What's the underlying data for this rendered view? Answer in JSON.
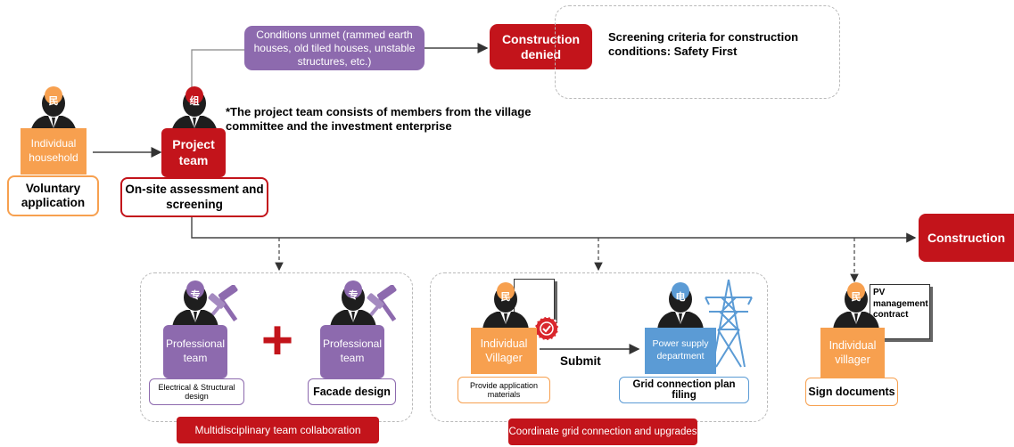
{
  "conditions_unmet": "Conditions unmet (rammed earth houses, old tiled houses, unstable structures, etc.)",
  "construction_denied": "Construction denied",
  "screening_criteria": "Screening criteria for construction conditions: Safety First",
  "household": {
    "badge": "民",
    "role": "Individual household",
    "caption": "Voluntary application"
  },
  "project_team": {
    "badge": "组",
    "role": "Project team",
    "caption": "On-site assessment and screening",
    "note": "*The project team consists of members from the village committee and the investment enterprise"
  },
  "construction": "Construction",
  "group1": {
    "pro1_badge": "专",
    "pro1_role": "Professional team",
    "pro1_caption": "Electrical & Structural design",
    "plus": "+",
    "pro2_badge": "专",
    "pro2_role": "Professional team",
    "pro2_caption": "Facade design",
    "footer": "Multidisciplinary team collaboration"
  },
  "group2": {
    "villager_badge": "民",
    "villager_role": "Individual Villager",
    "villager_caption": "Provide application materials",
    "submit": "Submit",
    "power_badge": "电",
    "power_role": "Power supply department",
    "power_caption": "Grid connection plan filing",
    "footer": "Coordinate grid connection and upgrades"
  },
  "group3": {
    "badge": "民",
    "role": "Individual villager",
    "caption": "Sign documents",
    "doc": "PV management contract"
  },
  "colors": {
    "orange": "#f7a04f",
    "red": "#c3141b",
    "purple": "#8d6aae",
    "blue": "#5b9bd5"
  }
}
